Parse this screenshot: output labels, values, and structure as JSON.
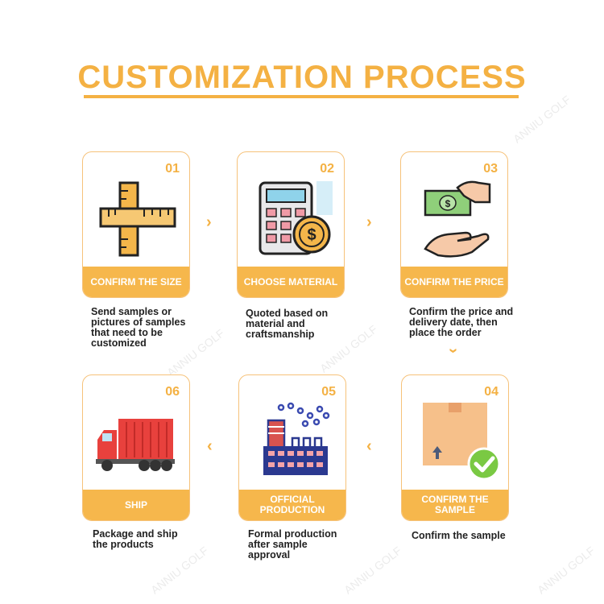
{
  "title": "CUSTOMIZATION PROCESS",
  "accent_color": "#f4b143",
  "watermark": "ANNIU GOLF",
  "steps": [
    {
      "num": "01",
      "label": "CONFIRM THE SIZE",
      "desc": "Send samples or pictures of samples that need to be customized",
      "icon": "ruler-icon"
    },
    {
      "num": "02",
      "label": "CHOOSE MATERIAL",
      "desc": "Quoted based on material and craftsmanship",
      "icon": "calculator-icon"
    },
    {
      "num": "03",
      "label": "CONFIRM THE PRICE",
      "desc": "Confirm the price and delivery date, then place the order",
      "icon": "money-hands-icon"
    },
    {
      "num": "04",
      "label": "CONFIRM THE SAMPLE",
      "desc": "Confirm the sample",
      "icon": "box-check-icon"
    },
    {
      "num": "05",
      "label": "OFFICIAL PRODUCTION",
      "desc": "Formal production after sample approval",
      "icon": "factory-icon"
    },
    {
      "num": "06",
      "label": "SHIP",
      "desc": "Package and ship the products",
      "icon": "truck-icon"
    }
  ]
}
